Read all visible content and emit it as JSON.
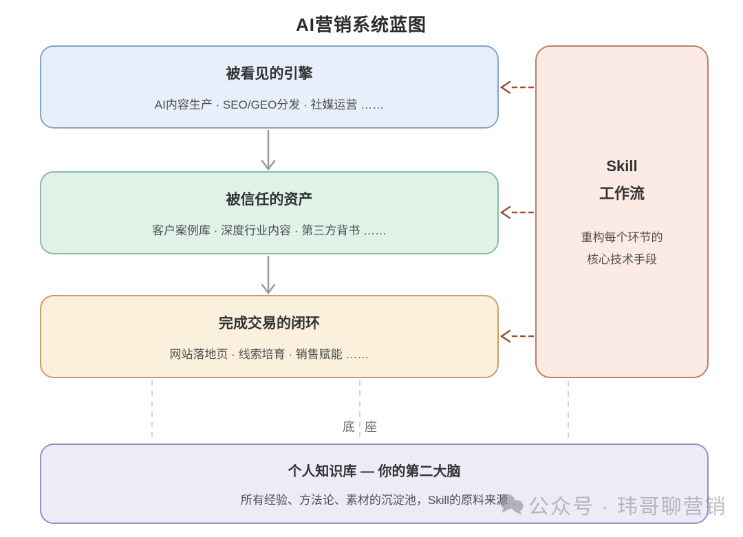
{
  "page_title": "AI营销系统蓝图",
  "flow_boxes": [
    {
      "id": "visibility-engine",
      "title": "被看见的引擎",
      "subtitle": "AI内容生产 · SEO/GEO分发 · 社媒运营 ……",
      "fill": "#e7effa",
      "border": "#84a3cb"
    },
    {
      "id": "trusted-assets",
      "title": "被信任的资产",
      "subtitle": "客户案例库 · 深度行业内容 · 第三方背书 ……",
      "fill": "#e0f2e8",
      "border": "#87bda4"
    },
    {
      "id": "deal-loop",
      "title": "完成交易的闭环",
      "subtitle": "网站落地页 · 线索培育 · 销售赋能 ……",
      "fill": "#faf0db",
      "border": "#c69f6a"
    }
  ],
  "skill_panel": {
    "id": "skill-workflow",
    "title_line1": "Skill",
    "title_line2": "工作流",
    "desc_line1": "重构每个环节的",
    "desc_line2": "核心技术手段",
    "fill": "#fbebe4",
    "border": "#bd8064"
  },
  "base_label": "底座",
  "foundation_box": {
    "id": "knowledge-base",
    "title": "个人知识库 — 你的第二大脑",
    "subtitle": "所有经验、方法论、素材的沉淀池，Skill的原料来源",
    "fill": "#ecebf8",
    "border": "#968fc7"
  },
  "watermark": {
    "icon": "chat-bubbles-icon",
    "text": "公众号 · 玮哥聊营销"
  },
  "connections": {
    "solid_flow": [
      "visibility-engine → trusted-assets",
      "trusted-assets → deal-loop"
    ],
    "dashed_from_skill": [
      "skill-workflow → visibility-engine",
      "skill-workflow → trusted-assets",
      "skill-workflow → deal-loop"
    ],
    "dashed_to_foundation": [
      "deal-loop → knowledge-base",
      "skill-workflow → knowledge-base"
    ]
  },
  "colors": {
    "solid_arrow": "#9b9b9b",
    "dashed_arrow": "#a14d32",
    "foundation_line": "#d4d4d4",
    "title_text": "#2b2b2b",
    "body_text": "#4f4f4f"
  }
}
